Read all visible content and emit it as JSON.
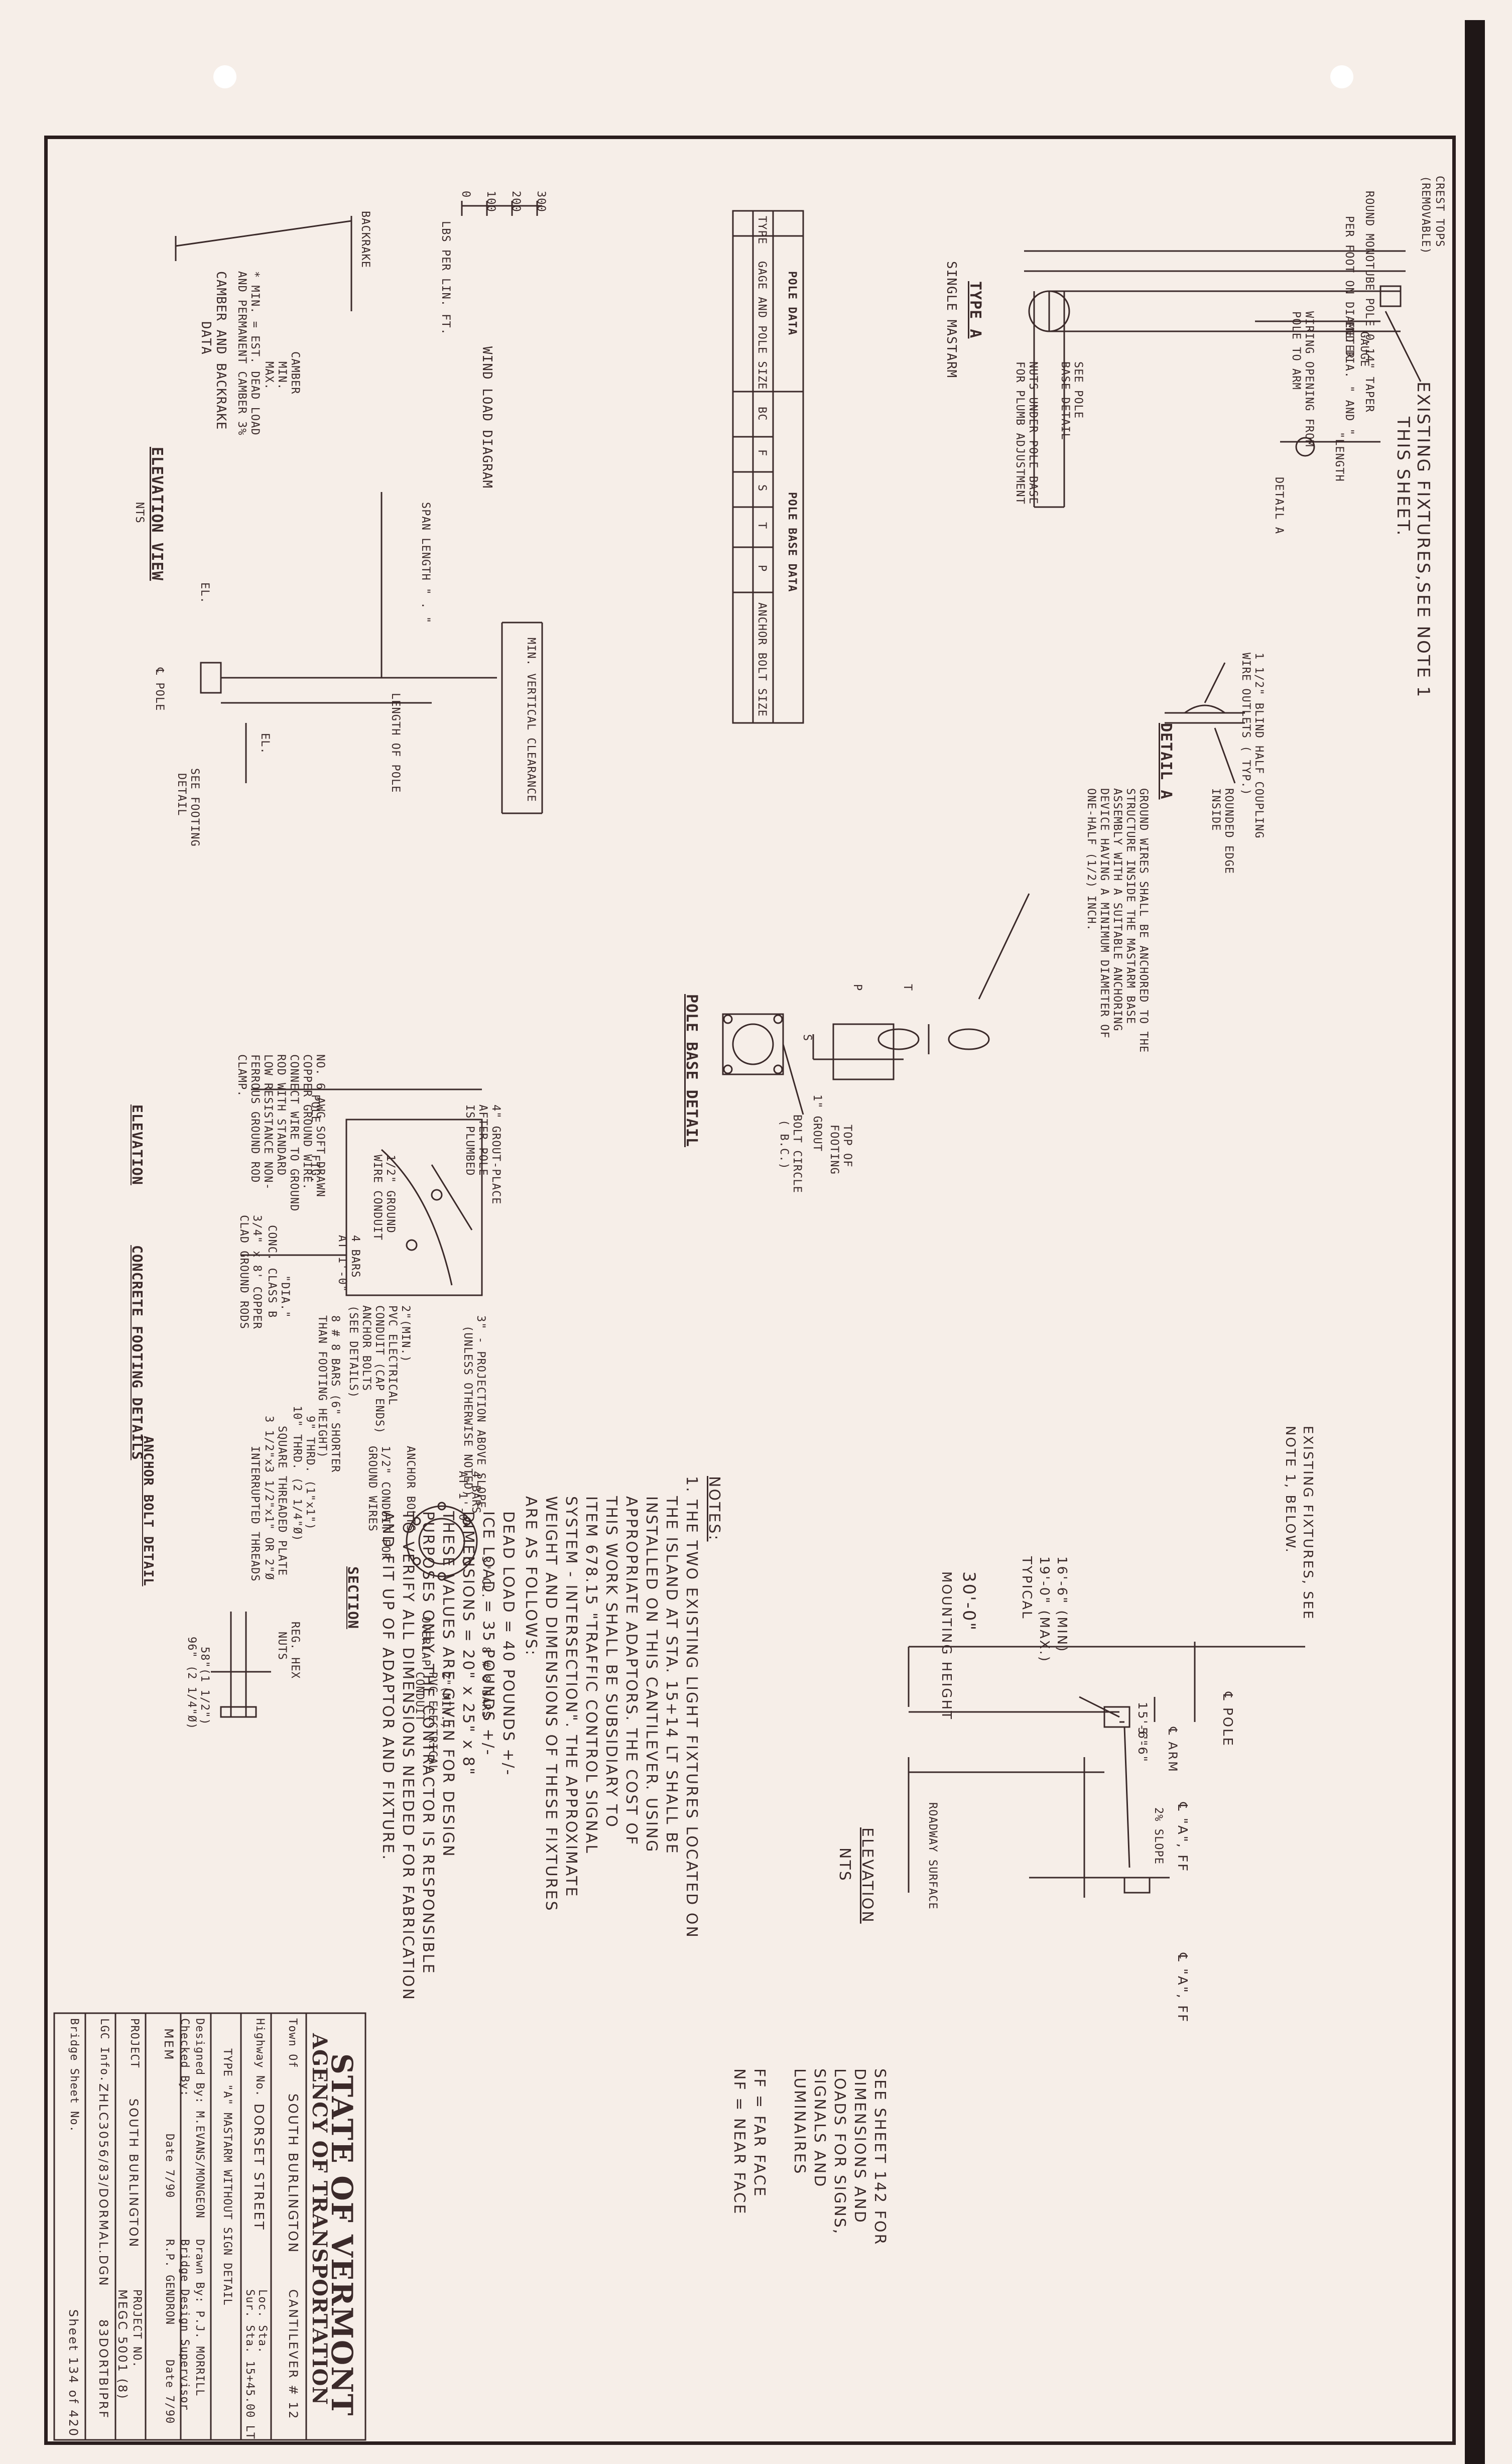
{
  "crest": {
    "crest_tops": "CREST TOPS",
    "removable": "(REMOVABLE)",
    "existing_fixtures": "EXISTING FIXTURES,SEE NOTE 1",
    "this_sheet": "THIS SHEET."
  },
  "type_a": {
    "pole_taper": "ROUND MONOTUBE POLE 0.14\" TAPER",
    "per_foot": "PER FOOT ON DIAMETER",
    "gauge": "GAUGE",
    "end_dia": "END DIA.  \"  AND  \"",
    "length": "\"LENGTH",
    "wiring_opening": "WIRING OPENING FROM",
    "pole_to_arm": "POLE TO ARM",
    "detail_a_ref": "DETAIL A",
    "see_pole": "SEE POLE",
    "base_detail": "BASE DETAIL",
    "nuts_under": "NUTS UNDER POLE BASE",
    "for_plumb": "FOR PLUMB ADJUSTMENT",
    "title": "TYPE A",
    "subtitle": "SINGLE MASTARM"
  },
  "detail_a": {
    "title": "DETAIL A",
    "coupling": "1 1/2\" BLIND HALF COUPLING",
    "wire_outlets": "WIRE OUTLETS ( TYP.)",
    "rounded_edge": "ROUNDED EDGE",
    "inside": "INSIDE",
    "ground_note": [
      "GROUND WIRES SHALL BE ANCHORED TO THE",
      "STRUCTURE INSIDE THE MASTARM BASE",
      "ASSEMBLY WITH A SUITABLE ANCHORING",
      "DEVICE HAVING A MINIMUM DIAMETER OF",
      "ONE-HALF (1/2) INCH."
    ]
  },
  "pole_base": {
    "title": "POLE BASE DETAIL",
    "s": "S",
    "p": "P",
    "t": "T",
    "top_of": "TOP OF",
    "footing": "FOOTING",
    "grout": "1\" GROUT",
    "bolt_circle": "BOLT CIRCLE",
    "bc": "( B.C.)"
  },
  "pole_table": {
    "pole_data": "POLE DATA",
    "base_data": "POLE BASE DATA",
    "headers": [
      "TYPE",
      "GAGE AND POLE SIZE",
      "BC",
      "F",
      "S",
      "T",
      "P",
      "ANCHOR BOLT SIZE"
    ]
  },
  "wind": {
    "title": "WIND LOAD DIAGRAM",
    "ticks": [
      "0",
      "100",
      "200",
      "300"
    ],
    "unit": "LBS PER LIN. FT."
  },
  "elevation_view": {
    "span_length": "SPAN LENGTH \" .  \"",
    "min_vert": "MIN. VERTICAL CLEARANCE",
    "length_of_pole": "LENGTH OF POLE",
    "el": "EL.",
    "pole_cl": "℄ POLE",
    "see_footing": "SEE FOOTING",
    "detail": "DETAIL",
    "title": "ELEVATION VIEW",
    "nts": "NTS"
  },
  "camber": {
    "backrake": "BACKRAKE",
    "camber": "CAMBER",
    "min": "MIN.",
    "max": "MAX.",
    "note1": "* MIN. = EST. DEAD LOAD",
    "note2": "AND PERMANENT CAMBER 3%",
    "title1": "CAMBER AND BACKRAKE",
    "title2": "DATA"
  },
  "footing": {
    "grout_place": "4\" GROUT-PLACE",
    "after_pole": "AFTER POLE",
    "is_plumbed": "IS PLUMBED",
    "pole": "POLE",
    "ftg": "FTG.",
    "ground_conduit": "1/2\" GROUND",
    "wire_conduit": "WIRE CONDUIT",
    "bars_4": "4 BARS",
    "at": "AT 1'-0\"",
    "dia": "\"DIA.\"",
    "conc": "CONC. CLASS B",
    "rod": "3/4\" x 8' COPPER",
    "clad": "CLAD GROUND RODS",
    "electrical": "2\"(MIN.)",
    "pvc": "PVC ELECTRICAL",
    "conduit_cap": "CONDUIT (CAP ENDS)",
    "anchor_bolts": "ANCHOR BOLTS",
    "see_details": "(SEE DETAILS)",
    "projection": "3\" - PROJECTION ABOVE SLOPE",
    "unless": "(UNLESS OTHERWISE NOTED)",
    "bars_8": "8 # 8 BARS (6\" SHORTER",
    "than": "THAN FOOTING HEIGHT)",
    "no6": [
      "NO. 6 AWG SOFT DRAWN",
      "COPPER GROUND WIRE.",
      "CONNECT WIRE TO GROUND",
      "ROD WITH STANDARD",
      "LOW RESISTANCE NON-",
      "FERROUS GROUND ROD",
      "CLAMP."
    ],
    "elevation": "ELEVATION",
    "title": "CONCRETE FOOTING DETAILS"
  },
  "section": {
    "title": "SECTION",
    "anchor_bolts": "ANCHOR BOLTS",
    "bars4": "4 BARS",
    "at": "AT 1'-0\"",
    "conduit": "1/2\" CONDUIT FOR",
    "ground": "GROUND WIRES",
    "cl": "3\" CL.",
    "bars8": "8 # 8 BARS",
    "overlap": "OVERLAP",
    "pvc": "2\"(MIN.)",
    "elec": "PVC ELECTRICAL",
    "conduit2": "CONDUIT"
  },
  "anchor_bolt": {
    "title": "ANCHOR BOLT DETAIL",
    "thrd1": "9\" THRD. (1\"x1\")",
    "thrd2": "10\" THRD. (2 1/4\"Ø)",
    "square_plate": "SQUARE THREADED PLATE",
    "plate_dims": "3 1/2\"x3 1/2\"x1\" OR 2\"Ø",
    "interrupted": "INTERRUPTED THREADS",
    "reg_hex": "REG. HEX",
    "nuts": "NUTS",
    "dim1": "58\"(1 1/2\")",
    "dim2": "96\" (2 1/4\"Ø)"
  },
  "notes": {
    "title": "NOTES:",
    "lines": [
      "1. THE TWO EXISTING LIGHT FIXTURES LOCATED ON",
      "THE ISLAND AT STA. 15+14 LT SHALL BE",
      "INSTALLED ON THIS CANTILEVER. USING",
      "APPROPRIATE ADAPTORS. THE COST OF",
      "THIS WORK SHALL BE SUBSIDIARY TO",
      "ITEM 678.15 \"TRAFFIC CONTROL SIGNAL",
      "SYSTEM - INTERSECTION\". THE APPROXIMATE",
      "WEIGHT AND DIMENSIONS OF THESE FIXTURES",
      "ARE AS FOLLOWS:",
      "DEAD LOAD   = 40 POUNDS +/-",
      "ICE LOAD    = 35 POUNDS +/-",
      "DIMENSIONS  = 20\" x 25\" x 8\"",
      "THESE VALUES ARE GIVEN FOR DESIGN",
      "PURPOSES ONLY. THE CONTRACTOR IS RESPONSIBLE",
      "TO VERIFY ALL DIMENSIONS NEEDED FOR FABRICATION",
      "AND FIT UP OF ADAPTOR AND FIXTURE."
    ]
  },
  "elevation_nts": {
    "existing": "EXISTING FIXTURES, SEE",
    "note": "NOTE 1, BELOW.",
    "mounting": "30'-0\"",
    "mounting_height": "MOUNTING HEIGHT",
    "pole_cl": "℄ POLE",
    "arm": "℄ ARM",
    "d5": "5'-6\"",
    "d15": "15'-6\"",
    "clear1": "16'-6\" (MIN)",
    "clear2": "19'-0\" (MAX.)",
    "typical": "TYPICAL",
    "ff": "℄ \"A\", FF",
    "nf": "℄ \"A\", FF",
    "slope": "2% SLOPE",
    "roadway": "ROADWAY SURFACE",
    "title": "ELEVATION",
    "nts": "NTS"
  },
  "see_sheet": [
    "SEE SHEET 142 FOR",
    "DIMENSIONS AND",
    "LOADS FOR SIGNS,",
    "SIGNALS AND",
    "LUMINAIRES"
  ],
  "legend": [
    "FF = FAR FACE",
    "NF = NEAR FACE"
  ],
  "title_block": {
    "state": "STATE OF VERMONT",
    "agency": "AGENCY OF TRANSPORTATION",
    "town_label": "Town Of",
    "town": "SOUTH BURLINGTON",
    "cantilever": "CANTILEVER # 12",
    "highway_label": "Highway No.",
    "highway": "DORSET STREET",
    "loc_sta": "Loc. Sta.",
    "sta": "Sur. Sta. 15+45.00 LT",
    "sheet_title": "TYPE \"A\" MASTARM WITHOUT SIGN DETAIL",
    "designed": "Designed By: M.EVANS/MONGEON",
    "drawn": "Drawn By: P.J. MORRILL",
    "checked": "Checked By:",
    "bridge_design": "Bridge Design Supervisor",
    "mem": "MEM",
    "date1": "Date 7/90",
    "supervisor": "R.P. GENDRON",
    "date2": "Date 7/90",
    "project_label": "PROJECT",
    "project": "SOUTH BURLINGTON",
    "project_no_label": "PROJECT NO.",
    "project_no": "MEGC 5001 (8)",
    "lgc_label": "LGC Info.",
    "lgc": "ZHLC3056/83/DORMAL.DGN",
    "file": "83DORTBIPRF",
    "bridge_sheet": "Bridge Sheet No.",
    "sheet": "Sheet 134 of 420"
  }
}
